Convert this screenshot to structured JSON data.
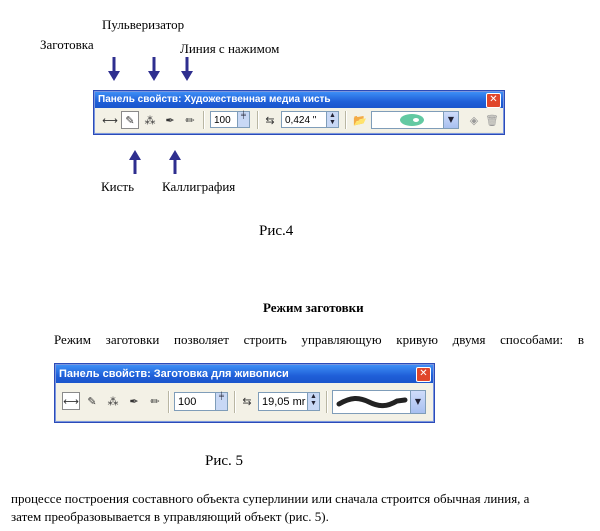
{
  "labels": {
    "spray": "Пульверизатор",
    "preset": "Заготовка",
    "pressure": "Линия с нажимом",
    "brush": "Кисть",
    "calligraphy": "Каллиграфия"
  },
  "toolbar1": {
    "title": "Панель свойств: Художественная медиа кисть",
    "smoothing_value": "100",
    "width_value": "0,424 \""
  },
  "caption1": "Рис.4",
  "section_title": "Режим заготовки",
  "paragraph1": "Режим заготовки позволяет строить управляющую кривую двумя способами: в",
  "toolbar2": {
    "title": "Панель свойств: Заготовка для живописи",
    "smoothing_value": "100",
    "width_value": "19,05 mr"
  },
  "caption2": "Рис. 5",
  "paragraph2_line1": "процессе построения составного объекта суперлинии или сначала строится обычная линия, а",
  "paragraph2_line2": "затем преобразовывается в управляющий  объект (рис. 5).",
  "colors": {
    "arrow": "#2f2f8f",
    "titlebar": "#1f5fd8",
    "panel": "#ece9d8"
  }
}
